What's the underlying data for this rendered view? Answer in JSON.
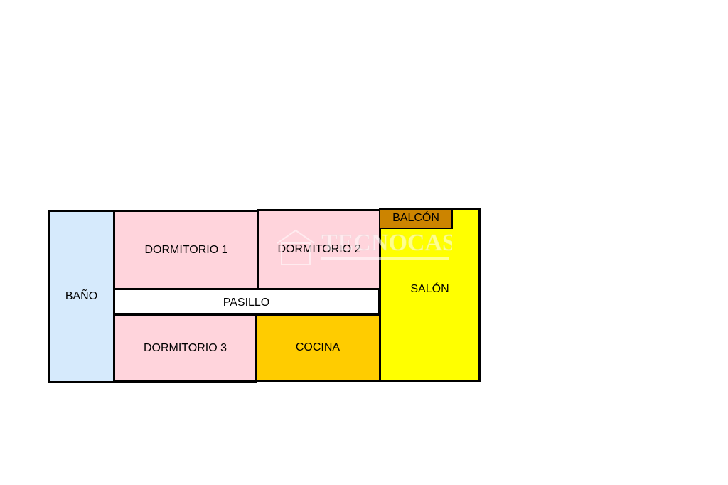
{
  "colors": {
    "bano": "#d6eafc",
    "dormitorio": "#ffd4dc",
    "pasillo": "#ffffff",
    "cocina": "#ffcc00",
    "salon": "#ffff00",
    "balcon": "#cc8400",
    "wall": "#000000"
  },
  "rooms": {
    "bano": "BAÑO",
    "dormitorio_1": "DORMITORIO 1",
    "dormitorio_2": "DORMITORIO 2",
    "pasillo": "PASILLO",
    "dormitorio_3": "DORMITORIO 3",
    "cocina": "COCINA",
    "salon": "SALÓN",
    "balcon": "BALCÓN"
  },
  "watermark": {
    "brand": "TECNOCASA"
  }
}
